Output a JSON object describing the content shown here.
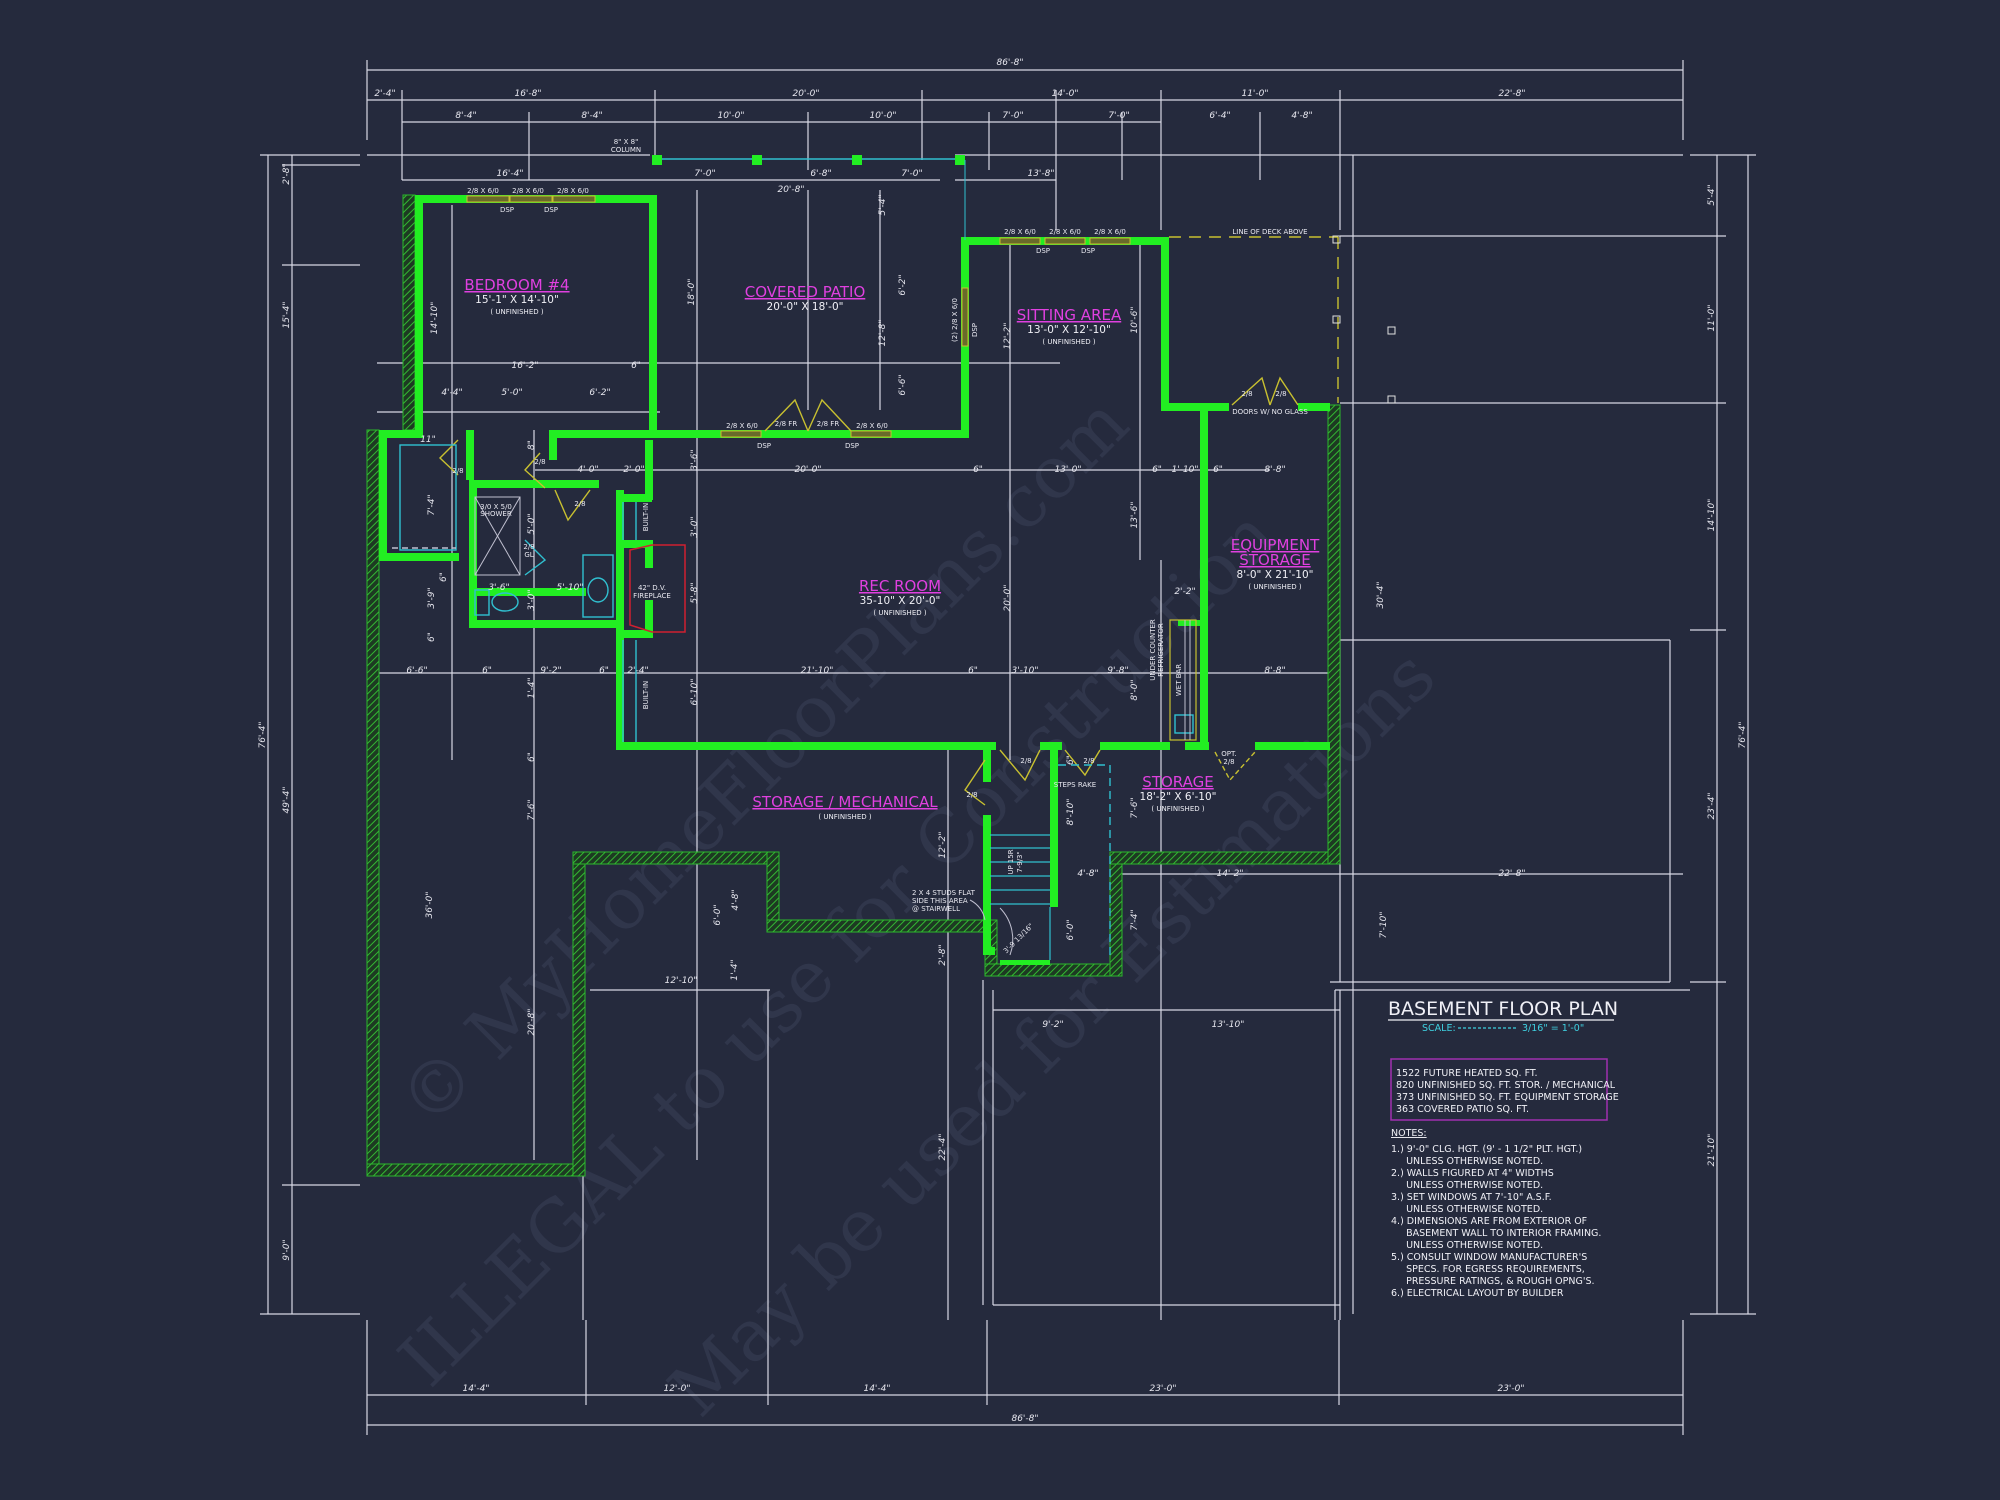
{
  "drawing": {
    "title": "BASEMENT FLOOR PLAN",
    "scale_label": "SCALE:",
    "scale_value": "3/16\" = 1'-0\"",
    "colors": {
      "background": "#252a3d",
      "wall": "#22ee22",
      "room_label": "#e040e0",
      "dimension": "#e6e6ee",
      "door": "#c8c030",
      "fixture": "#30c0d0",
      "fireplace": "#d02030",
      "area_box": "#a030b0"
    }
  },
  "area_summary": [
    "1522 FUTURE HEATED SQ. FT.",
    "820 UNFINISHED SQ. FT. STOR. / MECHANICAL",
    "373 UNFINISHED SQ. FT. EQUIPMENT STORAGE",
    "363 COVERED PATIO SQ. FT."
  ],
  "notes": {
    "heading": "NOTES:",
    "lines": [
      "1.) 9'-0\"  CLG. HGT. (9' - 1 1/2\" PLT. HGT.)",
      "     UNLESS OTHERWISE NOTED.",
      "2.) WALLS FIGURED AT 4\" WIDTHS",
      "     UNLESS OTHERWISE NOTED.",
      "3.) SET WINDOWS AT 7'-10\" A.S.F.",
      "     UNLESS OTHERWISE NOTED.",
      "4.) DIMENSIONS ARE FROM EXTERIOR OF",
      "     BASEMENT WALL TO INTERIOR FRAMING.",
      "     UNLESS OTHERWISE NOTED.",
      "5.) CONSULT WINDOW MANUFACTURER'S",
      "     SPECS. FOR EGRESS REQUIREMENTS,",
      "     PRESSURE RATINGS, & ROUGH OPNG'S.",
      "6.) ELECTRICAL LAYOUT BY BUILDER"
    ]
  },
  "rooms": {
    "bedroom4": {
      "name": "BEDROOM #4",
      "size": "15'-1\" X 14'-10\"",
      "status": "( UNFINISHED )"
    },
    "covered_patio": {
      "name": "COVERED PATIO",
      "size": "20'-0\" X 18'-0\""
    },
    "sitting_area": {
      "name": "SITTING AREA",
      "size": "13'-0\" X 12'-10\"",
      "status": "( UNFINISHED )"
    },
    "rec_room": {
      "name": "REC ROOM",
      "size": "35-10\" X 20'-0\"",
      "status": "( UNFINISHED )"
    },
    "equipment_storage": {
      "name1": "EQUIPMENT",
      "name2": "STORAGE",
      "size": "8'-0\" X 21'-10\"",
      "status": "( UNFINISHED )"
    },
    "storage_mechanical": {
      "name": "STORAGE / MECHANICAL",
      "status": "( UNFINISHED )"
    },
    "storage": {
      "name": "STORAGE",
      "size": "18'-2\" X 6'-10\"",
      "status": "( UNFINISHED )"
    }
  },
  "callouts": {
    "column": [
      "8\" X 8\"",
      "COLUMN"
    ],
    "deck": "LINE OF DECK ABOVE",
    "doors_no_glass": "DOORS W/ NO GLASS",
    "shower": [
      "3/0 X 5/0",
      "SHOWER"
    ],
    "fireplace": [
      "42\" D.V.",
      "FIREPLACE"
    ],
    "built_in": "BUILT-IN",
    "fridge": [
      "UNDER COUNTER",
      "REFRIGERATOR"
    ],
    "wet_bar": "WET BAR",
    "steps_rake": "STEPS RAKE",
    "studs": [
      "2 X 4 STUDS FLAT",
      "SIDE THIS AREA",
      "@ STAIRWELL"
    ],
    "up_stairs": [
      "UP 15R",
      "7-9/3\""
    ],
    "stair_rad": "3'-9 13/16\"",
    "opt_door": [
      "OPT.",
      "2/8"
    ],
    "window": "2/8 X 6/0",
    "dsp": "DSP",
    "window_side": "(2) 2/8 X 6/0",
    "door_28": "2/8",
    "door_28fr": "2/8 FR",
    "door_28gl": [
      "2/8",
      "GL"
    ]
  },
  "dimensions": {
    "top_overall": "86'-8\"",
    "top_row1": [
      "2'-4\"",
      "16'-8\"",
      "20'-0\"",
      "14'-0\"",
      "11'-0\"",
      "22'-8\""
    ],
    "top_row2": [
      "8'-4\"",
      "8'-4\"",
      "10'-0\"",
      "10'-0\"",
      "7'-0\"",
      "7'-0\"",
      "6'-4\"",
      "4'-8\""
    ],
    "top_row3": [
      "16'-4\"",
      "7'-0\"",
      "6'-8\"",
      "7'-0\"",
      "13'-8\""
    ],
    "patio_width": "20'-8\"",
    "bottom_row": [
      "14'-4\"",
      "12'-0\"",
      "14'-4\"",
      "23'-0\"",
      "23'-0\""
    ],
    "bottom_overall": "86'-8\"",
    "left_outer": [
      "2'-8\"",
      "15'-4\"",
      "49'-4\"",
      "9'-0\""
    ],
    "left_overall": "76'-4\"",
    "right_outer": [
      "5'-4\"",
      "11'-0\"",
      "14'-10\"",
      "23'-4\"",
      "21'-10\""
    ],
    "right_overall": "76'-4\"",
    "interior": {
      "bed_w": "16'-2\"",
      "bed_h": "14'-10\"",
      "bed_6": "6\"",
      "row_a": [
        "4'-4\"",
        "5'-0\"",
        "6'-2\""
      ],
      "row_b": [
        "4'-0\"",
        "2'-0\"",
        "20'-0\"",
        "6\"",
        "13'-0\"",
        "6\"",
        "1'-10\"",
        "6\"",
        "8'-8\""
      ],
      "row_c": [
        "6'-6\"",
        "6\"",
        "9'-2\"",
        "6\"",
        "2'-4\"",
        "21'-10\"",
        "6\"",
        "3'-10\"",
        "9'-8\"",
        "8'-8\""
      ],
      "patio_v": [
        "18'-0\"",
        "5'-4\"",
        "6'-2\"",
        "12'-8\"",
        "6'-6\""
      ],
      "sit_v": [
        "12'-2\"",
        "10'-6\""
      ],
      "rec_v": [
        "3'-6\"",
        "3'-0\"",
        "5'-8\"",
        "6'-10\"",
        "20'-0\"",
        "13'-6\"",
        "8'-0\"",
        "2'-2\"",
        "30'-4\""
      ],
      "bath": [
        "7'-4\"",
        "3'-9\"",
        "6\"",
        "6\"",
        "5'-0\"",
        "3'-6\"",
        "5'-10\"",
        "3'-0\"",
        "11\"",
        "8\""
      ],
      "lower": [
        "1'-4\"",
        "6\"",
        "7'-6\"",
        "36'-0\"",
        "20'-8\"",
        "6'-0\"",
        "4'-8\"",
        "1'-4\"",
        "12'-10\"",
        "12'-2\"",
        "2'-8\"",
        "22'-4\"",
        "8'-10\"",
        "4'-8\"",
        "6'-0\"",
        "7'-6\"",
        "7'-4\"",
        "14'-2\"",
        "22'-8\"",
        "7'-10\"",
        "9'-2\"",
        "13'-10\"",
        "6\""
      ]
    }
  },
  "watermark": {
    "line1": "© MyHomeFloorPlans.com",
    "line2": "ILLEGAL to use for Construction",
    "line3": "May be used for Estimations"
  }
}
